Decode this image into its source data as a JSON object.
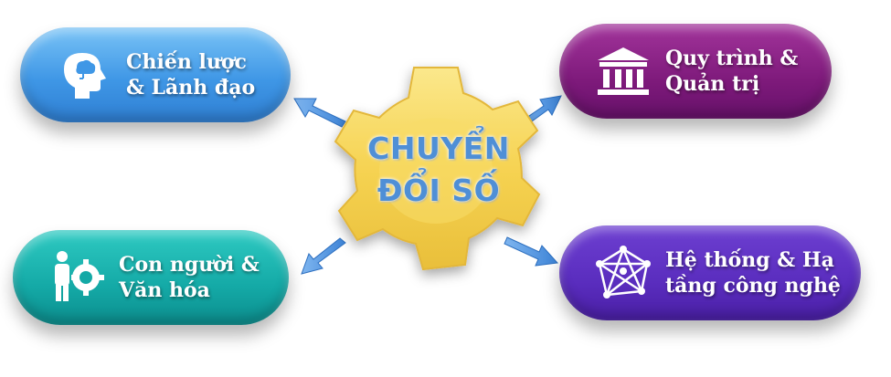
{
  "center": {
    "line1": "CHUYỂN",
    "line2": "ĐỔI SỐ"
  },
  "nodes": [
    {
      "id": "strategy",
      "line1": "Chiến lược",
      "line2": "& Lãnh đạo",
      "icon": "head-brain-icon",
      "color": "#3f97e6"
    },
    {
      "id": "process",
      "line1": "Quy trình &",
      "line2": "Quản trị",
      "icon": "institution-icon",
      "color": "#7e1a7b"
    },
    {
      "id": "people",
      "line1": "Con người &",
      "line2": "Văn hóa",
      "icon": "people-gear-icon",
      "color": "#14a9a6"
    },
    {
      "id": "system",
      "line1": "Hệ thống & Hạ",
      "line2": "tầng công nghệ",
      "icon": "network-mesh-icon",
      "color": "#5a2dbe"
    }
  ],
  "colors": {
    "gear": "#f7d65a",
    "arrow": "#4a90e2"
  }
}
